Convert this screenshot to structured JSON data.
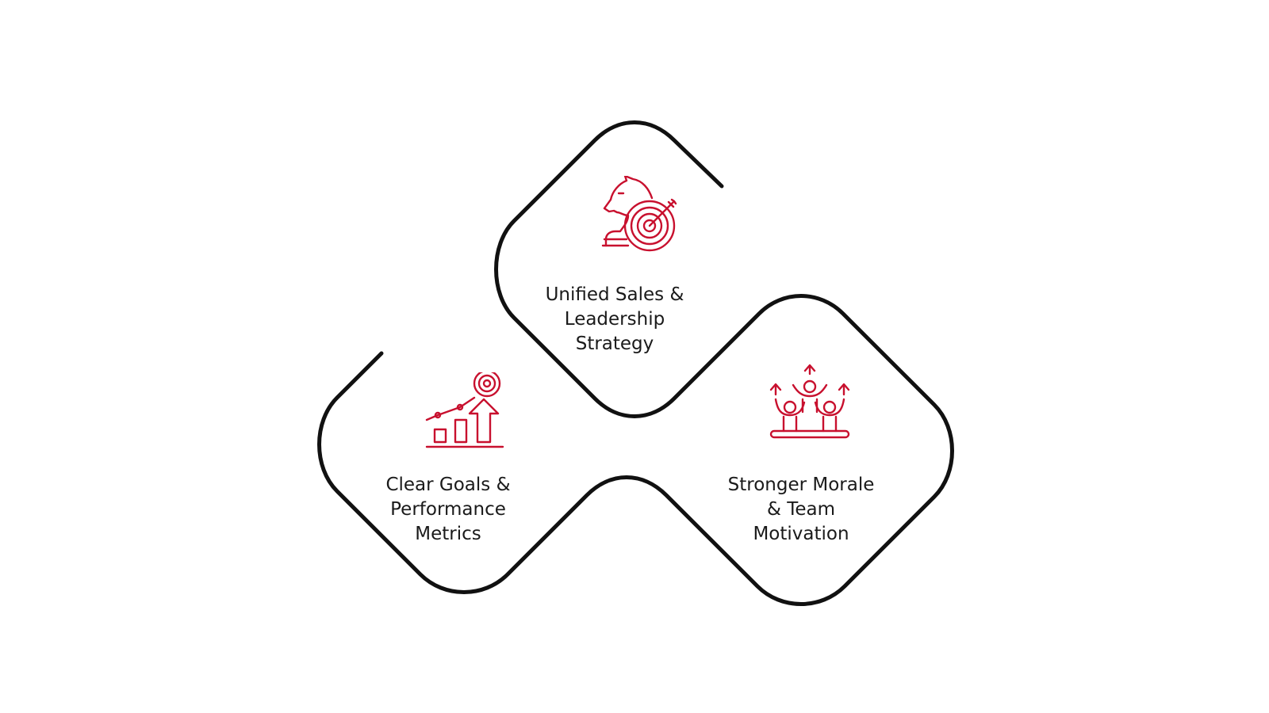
{
  "colors": {
    "outline": "#111111",
    "accent": "#c8102e",
    "text": "#1a1a1a"
  },
  "diagram": {
    "nodes": [
      {
        "id": "top",
        "icon": "chess-knight-target-icon",
        "lines": [
          "Unified Sales &",
          "Leadership",
          "Strategy"
        ]
      },
      {
        "id": "left",
        "icon": "growth-chart-target-icon",
        "lines": [
          "Clear Goals &",
          "Performance",
          "Metrics"
        ]
      },
      {
        "id": "right",
        "icon": "team-celebration-icon",
        "lines": [
          "Stronger Morale",
          "& Team",
          "Motivation"
        ]
      }
    ]
  }
}
